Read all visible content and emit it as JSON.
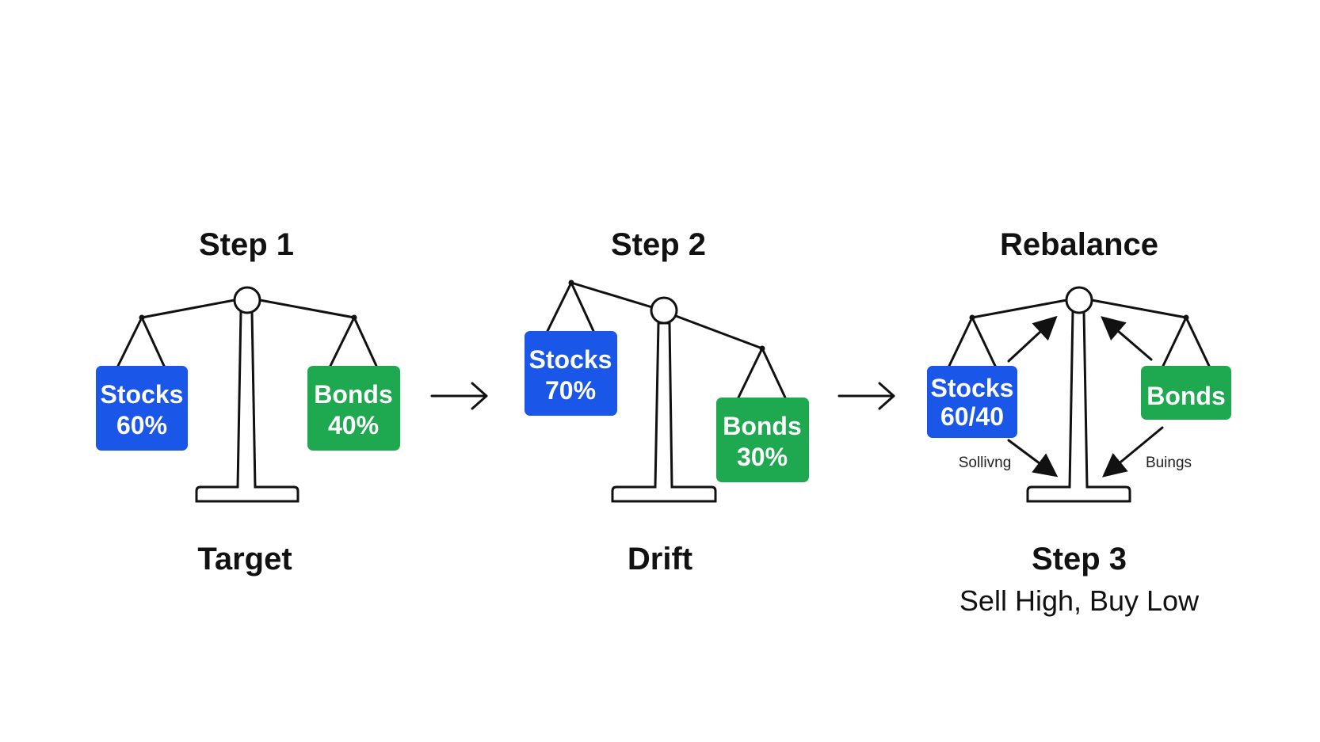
{
  "colors": {
    "stocks": "#1a56e8",
    "bonds": "#1ea84f",
    "ink": "#111111"
  },
  "icons": {
    "balance_scale": "balance-scale-icon",
    "arrow": "arrow-right-icon"
  },
  "step1": {
    "title": "Step 1",
    "caption": "Target",
    "stocks_label": "Stocks",
    "stocks_value": "60%",
    "bonds_label": "Bonds",
    "bonds_value": "40%"
  },
  "step2": {
    "title": "Step 2",
    "caption": "Drift",
    "stocks_label": "Stocks",
    "stocks_value": "70%",
    "bonds_label": "Bonds",
    "bonds_value": "30%"
  },
  "step3": {
    "title": "Rebalance",
    "caption": "Step 3",
    "subcaption": "Sell High, Buy Low",
    "stocks_label": "Stocks",
    "stocks_value": "60/40",
    "bonds_label": "Bonds",
    "selling_label": "Sollivng",
    "buying_label": "Buings"
  }
}
